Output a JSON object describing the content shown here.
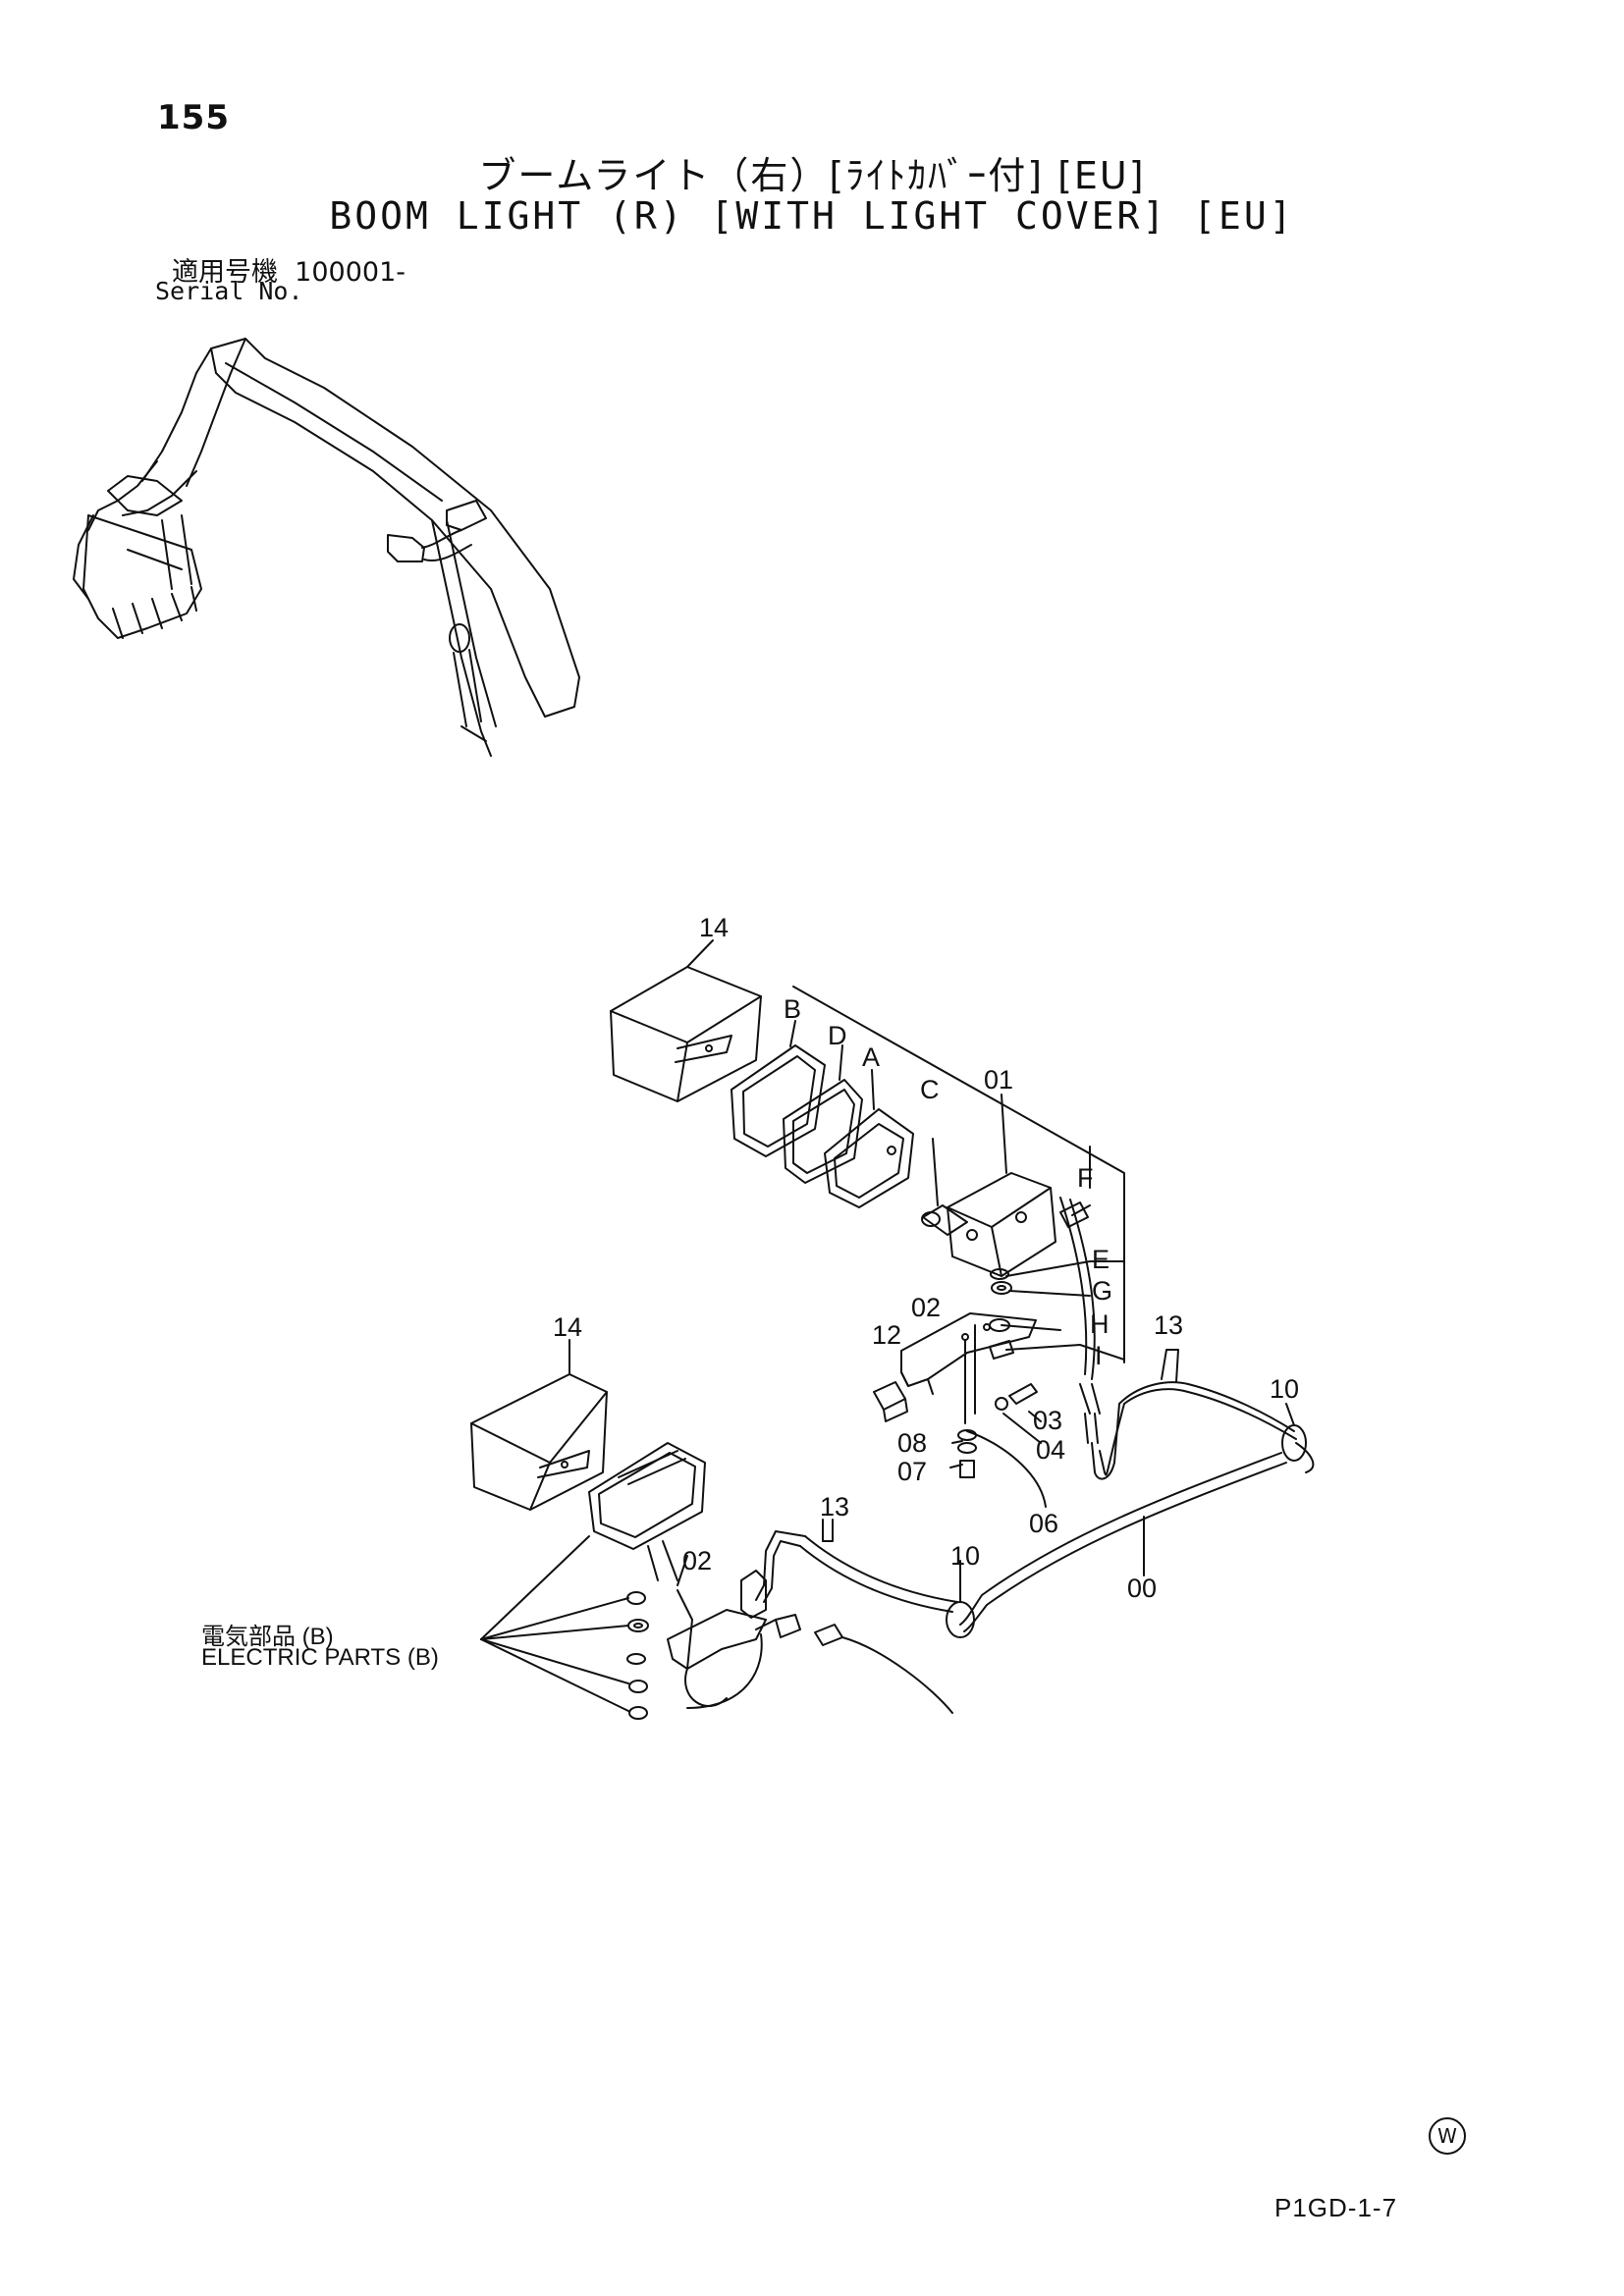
{
  "page": {
    "number": "155",
    "title_jp": "ブームライト（右）[ﾗｲﾄｶﾊﾞｰ付] [EU]",
    "title_en": "BOOM LIGHT (R) [WITH LIGHT COVER] [EU]",
    "serial_label_jp": "適用号機",
    "serial_value": "100001-",
    "serial_label_en": "Serial No.",
    "code": "P1GD-1-7",
    "watermark": "W"
  },
  "parts": {
    "p14_top": "14",
    "pB": "B",
    "pD": "D",
    "pA": "A",
    "pC": "C",
    "p01": "01",
    "pF": "F",
    "pE": "E",
    "pG": "G",
    "pH": "H",
    "pI": "I",
    "p12": "12",
    "p02_top": "02",
    "p13_right": "13",
    "p10_right": "10",
    "p03": "03",
    "p04": "04",
    "p08": "08",
    "p07": "07",
    "p06": "06",
    "p14_left": "14",
    "p13_mid": "13",
    "p02_left": "02",
    "p10_mid": "10",
    "p00": "00"
  },
  "section": {
    "label_jp": "電気部品 (B)",
    "label_en": "ELECTRIC PARTS (B)"
  }
}
